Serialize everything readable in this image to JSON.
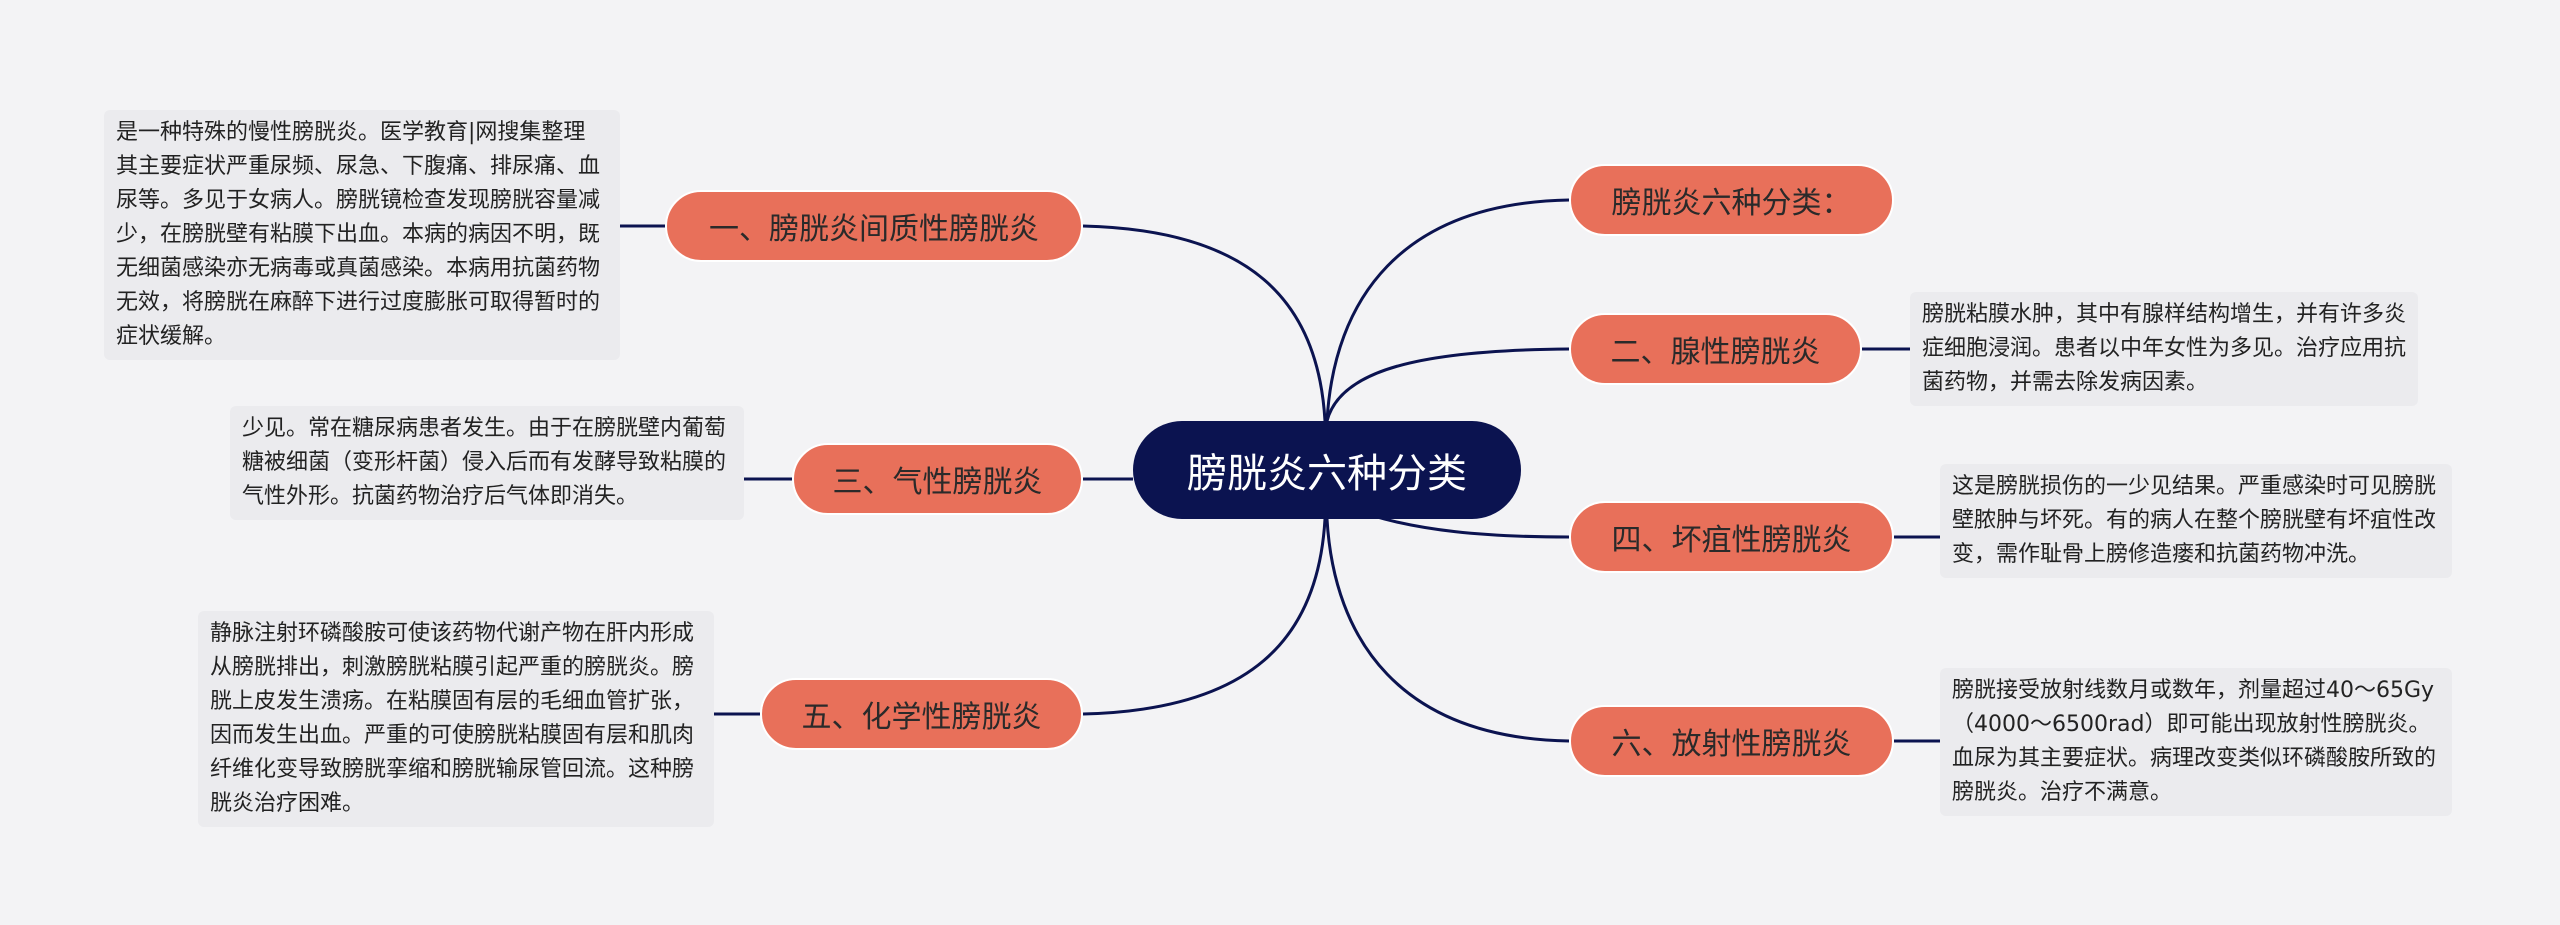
{
  "root": {
    "label": "膀胱炎六种分类"
  },
  "topics": [
    {
      "id": "t1",
      "label": "一、膀胱炎间质性膀胱炎",
      "side": "left"
    },
    {
      "id": "t3",
      "label": "三、气性膀胱炎",
      "side": "left"
    },
    {
      "id": "t5",
      "label": "五、化学性膀胱炎",
      "side": "left"
    },
    {
      "id": "t0",
      "label": "膀胱炎六种分类：",
      "side": "right"
    },
    {
      "id": "t2",
      "label": "二、腺性膀胱炎",
      "side": "right"
    },
    {
      "id": "t4",
      "label": "四、坏疽性膀胱炎",
      "side": "right"
    },
    {
      "id": "t6",
      "label": "六、放射性膀胱炎",
      "side": "right"
    }
  ],
  "details": {
    "t1": "是一种特殊的慢性膀胱炎。医学教育|网搜集整理 其主要症状严重尿频、尿急、下腹痛、排尿痛、血尿等。多见于女病人。膀胱镜检查发现膀胱容量减少，在膀胱壁有粘膜下出血。本病的病因不明，既无细菌感染亦无病毒或真菌感染。本病用抗菌药物无效，将膀胱在麻醉下进行过度膨胀可取得暂时的症状缓解。",
    "t3": "少见。常在糖尿病患者发生。由于在膀胱壁内葡萄糖被细菌（变形杆菌）侵入后而有发酵导致粘膜的气性外形。抗菌药物治疗后气体即消失。",
    "t5": "静脉注射环磷酸胺可使该药物代谢产物在肝内形成从膀胱排出，刺激膀胱粘膜引起严重的膀胱炎。膀胱上皮发生溃疡。在粘膜固有层的毛细血管扩张，因而发生出血。严重的可使膀胱粘膜固有层和肌肉纤维化变导致膀胱挛缩和膀胱输尿管回流。这种膀胱炎治疗困难。",
    "t2": "膀胱粘膜水肿，其中有腺样结构增生，并有许多炎症细胞浸润。患者以中年女性为多见。治疗应用抗菌药物，并需去除发病因素。",
    "t4": "这是膀胱损伤的一少见结果。严重感染时可见膀胱壁脓肿与坏死。有的病人在整个膀胱壁有坏疽性改变，需作耻骨上膀修造瘘和抗菌药物冲洗。",
    "t6": "膀胱接受放射线数月或数年，剂量超过40～65Gy（4000～6500rad）即可能出现放射性膀胱炎。血尿为其主要症状。病理改变类似环磷酸胺所致的膀胱炎。治疗不满意。"
  },
  "colors": {
    "background": "#f3f3f5",
    "root_fill": "#0b1350",
    "topic_fill": "#e8705a",
    "detail_fill": "#ebebee",
    "edge": "#0b1350"
  }
}
